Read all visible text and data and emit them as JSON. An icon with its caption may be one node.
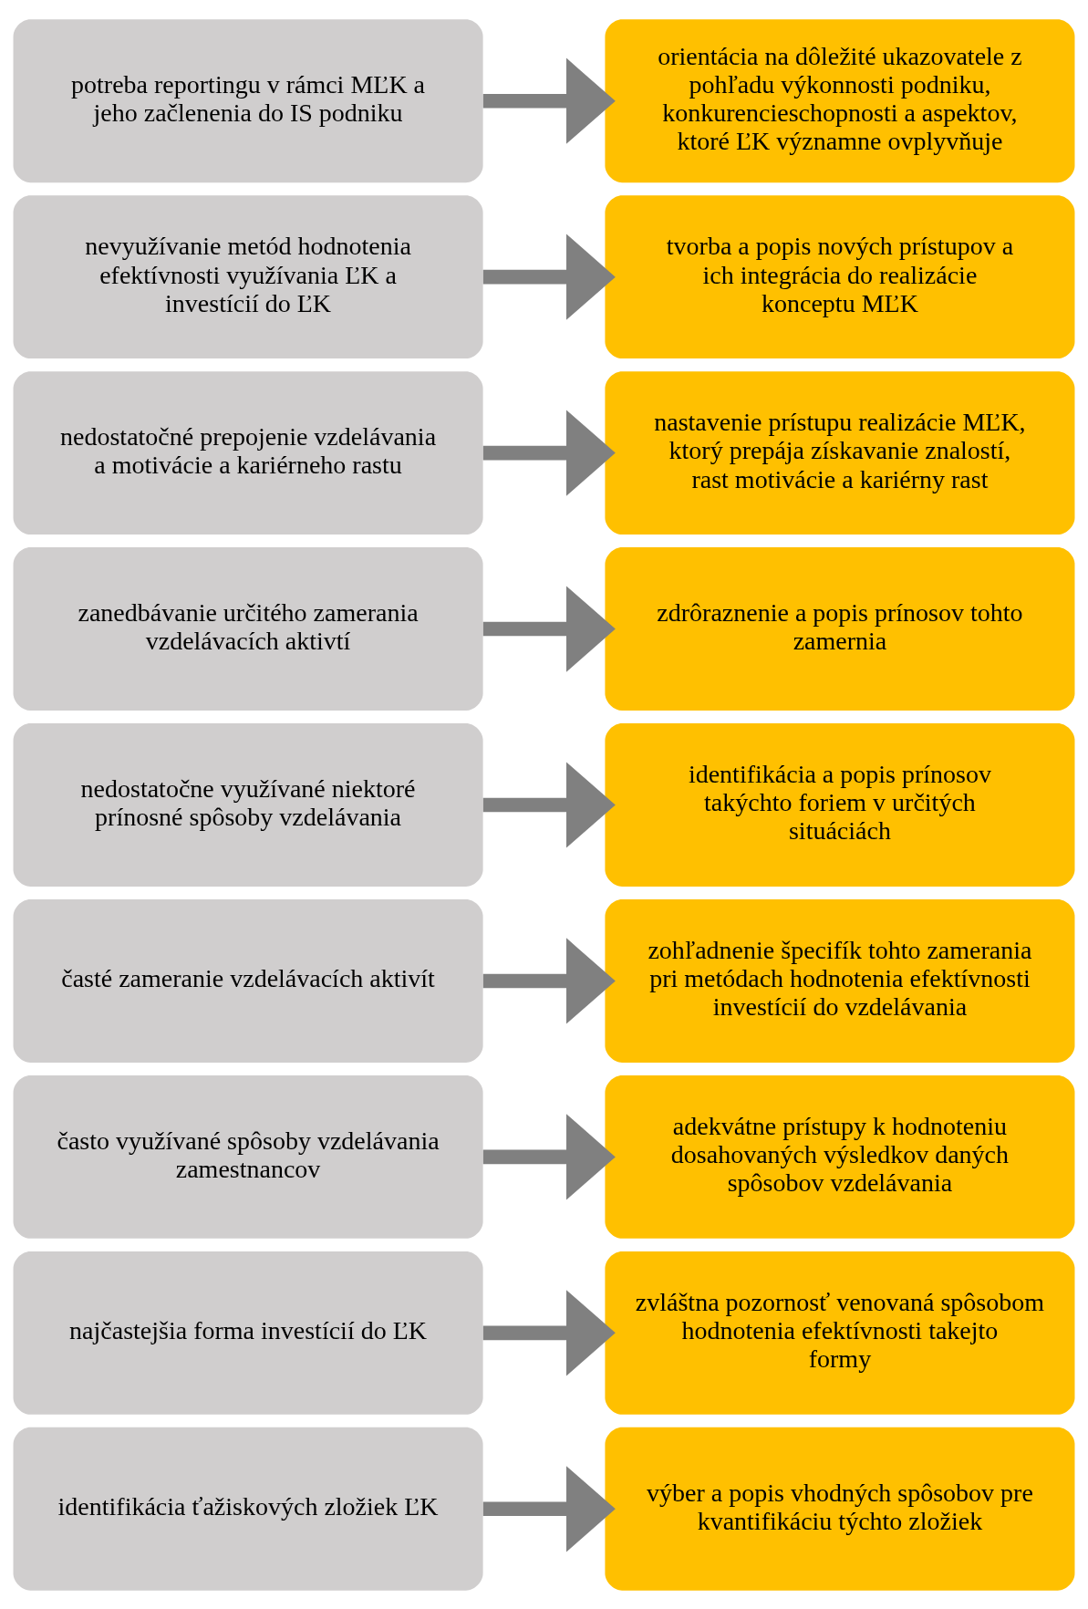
{
  "diagram": {
    "nodes": [
      {
        "text": [
          "identifikácia ťažiskových zložiek ĽK"
        ]
      },
      {
        "text": [
          "výber a popis vhodných spôsobov pre kvantifikáciu týchto zložiek"
        ]
      },
      {
        "text": [
          "najčastejšia forma investícií do ĽK"
        ]
      },
      {
        "text": [
          "zvláštna pozornosť venovaná spôsobom hodnotenia efektívnosti takejto formy"
        ]
      },
      {
        "text": [
          "často využívané spôsoby vzdelávania zamestnancov"
        ]
      },
      {
        "text": [
          "adekvátne prístupy k hodnoteniu dosahovaných výsledkov daných spôsobov vzdelávania"
        ]
      },
      {
        "text": [
          "časté zameranie vzdelávacích aktivít"
        ]
      },
      {
        "text": [
          "zohľadnenie špecifík tohto zamerania pri metódach hodnotenia efektívnosti investícií do vzdelávania"
        ]
      },
      {
        "text": [
          "nedostatočne využívané niektoré prínosné spôsoby vzdelávania"
        ]
      },
      {
        "text": [
          "identifikácia a popis prínosov takýchto foriem v určitých situáciách"
        ]
      },
      {
        "text": [
          "zanedbávanie určitého zamerania vzdelávacích aktivtí"
        ]
      },
      {
        "text": [
          "zdrôraznenie a popis prínosov tohto zamernia"
        ]
      },
      {
        "text": [
          "nedostatočné prepojenie vzdelávania a motivácie a kariérneho rastu"
        ]
      },
      {
        "text": [
          "nastavenie prístupu realizácie MĽK, ktorý prepája získavanie znalostí, rast motivácie a kariérny rast"
        ]
      },
      {
        "text": [
          "nevyužívanie metód hodnotenia efektívnosti využívania ĽK a investícií do ĽK"
        ]
      },
      {
        "text": [
          "tvorba a popis nových prístupov a ich integrácia do realizácie konceptu MĽK"
        ]
      },
      {
        "text": [
          "potreba reportingu v rámci MĽK a jeho začlenenia do IS podniku"
        ]
      },
      {
        "text": [
          "orientácia na dôležité ukazovatele z pohľadu výkonnosti podniku, konkurencieschopnosti a aspektov, ktoré ĽK významne ovplyvňuje"
        ]
      }
    ],
    "edges": [
      {
        "from": 0,
        "to": 1,
        "arrow": "to"
      },
      {
        "from": 2,
        "to": 3,
        "arrow": "to"
      },
      {
        "from": 4,
        "to": 5,
        "arrow": "to"
      },
      {
        "from": 6,
        "to": 7,
        "arrow": "to"
      },
      {
        "from": 8,
        "to": 9,
        "arrow": "to"
      },
      {
        "from": 10,
        "to": 11,
        "arrow": "to"
      },
      {
        "from": 12,
        "to": 13,
        "arrow": "to"
      },
      {
        "from": 14,
        "to": 15,
        "arrow": "to"
      },
      {
        "from": 16,
        "to": 17,
        "arrow": "to"
      }
    ]
  }
}
